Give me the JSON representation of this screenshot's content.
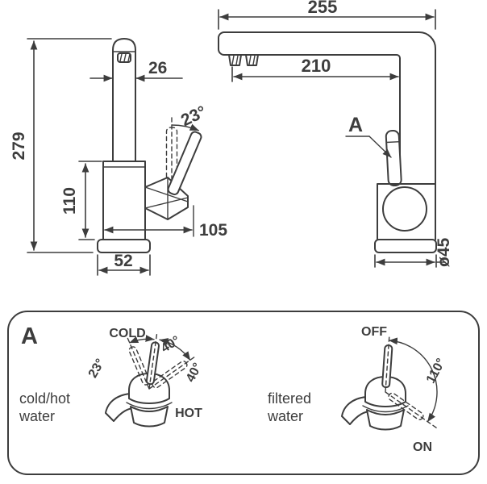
{
  "front_view": {
    "height": "279",
    "spout_width": "26",
    "lever_angle": "23°",
    "body_height": "110",
    "reach": "105",
    "base_width": "52"
  },
  "side_view": {
    "depth": "255",
    "spout_reach": "210",
    "detail_ref": "A",
    "base_diameter": "ø45"
  },
  "detail": {
    "panel_label": "A",
    "mixer": {
      "angle": "23°",
      "cold": "COLD",
      "up": "40°",
      "down": "40°",
      "hot": "HOT",
      "caption1": "cold/hot",
      "caption2": "water"
    },
    "filter": {
      "off": "OFF",
      "angle": "110°",
      "on": "ON",
      "caption1": "filtered",
      "caption2": "water"
    }
  },
  "colors": {
    "line": "#3d3d3d",
    "background": "#ffffff"
  }
}
